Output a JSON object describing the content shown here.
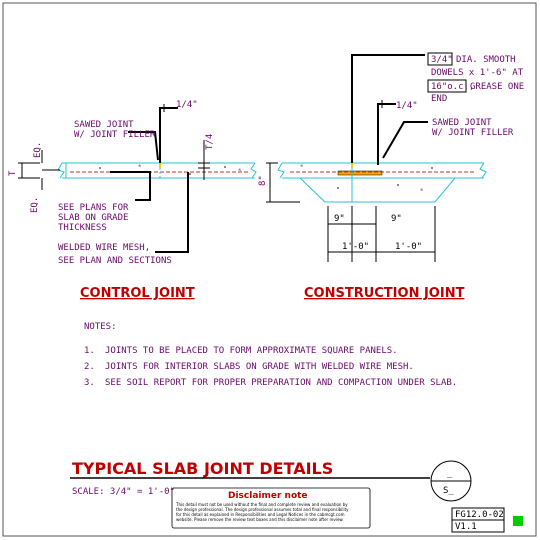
{
  "control_joint": {
    "title": "CONTROL JOINT",
    "callout_sawed": [
      "SAWED JOINT",
      "W/ JOINT FILLER"
    ],
    "dim_quarter": "1/4\"",
    "dim_t4": "T/4",
    "dim_t": "T",
    "dim_eq_top": "EQ.",
    "dim_eq_bottom": "EQ.",
    "callout_plans": [
      "SEE PLANS FOR",
      "SLAB ON GRADE",
      "THICKNESS"
    ],
    "callout_mesh": [
      "WELDED WIRE MESH,",
      "SEE PLAN AND SECTIONS"
    ]
  },
  "construction_joint": {
    "title": "CONSTRUCTION JOINT",
    "callout_dowel": [
      "3/4\"",
      "DIA. SMOOTH",
      "DOWELS x 1'-6\" AT",
      "16\"o.c.,",
      "GREASE ONE",
      "END"
    ],
    "dim_quarter": "1/4\"",
    "callout_sawed": [
      "SAWED JOINT",
      "W/ JOINT FILLER"
    ],
    "dim_8": "8\"",
    "dim_9_left": "9\"",
    "dim_9_right": "9\"",
    "dim_10_left": "1'-0\"",
    "dim_10_right": "1'-0\""
  },
  "notes": {
    "heading": "NOTES:",
    "items": [
      {
        "num": "1.",
        "text": "JOINTS TO BE PLACED TO FORM APPROXIMATE SQUARE PANELS."
      },
      {
        "num": "2.",
        "text": "JOINTS FOR INTERIOR SLABS ON GRADE WITH WELDED WIRE MESH."
      },
      {
        "num": "3.",
        "text": "SEE SOIL REPORT FOR PROPER PREPARATION AND COMPACTION UNDER SLAB."
      }
    ]
  },
  "title_block": {
    "title": "TYPICAL SLAB JOINT DETAILS",
    "scale": "SCALE: 3/4\" = 1'-0\"",
    "disclaimer_title": "Disclaimer note",
    "disclaimer_lines": [
      "This detail must not be used without the final and complete review and evaluation by",
      "the design professional. The design professional assumes total and final responsibility",
      "for this detail as explained in Responsibilities and Legal Notices in the cabmcgt.com",
      "website. Please remove the review text boxes and this disclaimer note after review."
    ],
    "section_top": "_",
    "section_bottom": "S_",
    "detail_no": "FG12.0-02",
    "version": "V1.1"
  },
  "colors": {
    "title_red": "#c00000",
    "label_purple": "#6a0a6a",
    "slab_cyan": "#29c4d0",
    "mesh_red": "#c03030",
    "status_green": "#00cc00"
  }
}
